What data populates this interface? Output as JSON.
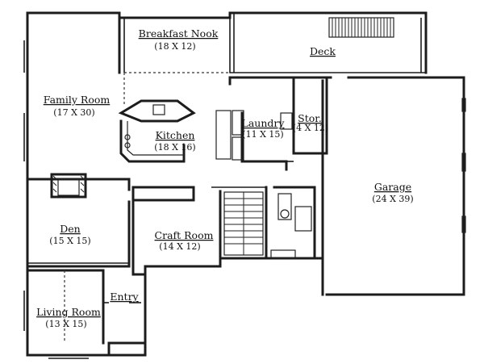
{
  "rooms": {
    "breakfast_nook": {
      "name": "Breakfast Nook",
      "dim": "(18 X 12)"
    },
    "deck": {
      "name": "Deck"
    },
    "family_room": {
      "name": "Family Room",
      "dim": "(17 X 30)"
    },
    "kitchen": {
      "name": "Kitchen",
      "dim": "(18 X 16)"
    },
    "laundry": {
      "name": "Laundry",
      "dim": "(11 X 15)"
    },
    "storage": {
      "name": "Stor.",
      "dim": "(4 X 12)"
    },
    "garage": {
      "name": "Garage",
      "dim": "(24 X 39)"
    },
    "den": {
      "name": "Den",
      "dim": "(15 X 15)"
    },
    "craft_room": {
      "name": "Craft Room",
      "dim": "(14 X 12)"
    },
    "living_room": {
      "name": "Living Room",
      "dim": "(13 X 15)"
    },
    "entry": {
      "name": "Entry"
    }
  },
  "colors": {
    "ink": "#1c1c1c",
    "paper": "#ffffff"
  }
}
